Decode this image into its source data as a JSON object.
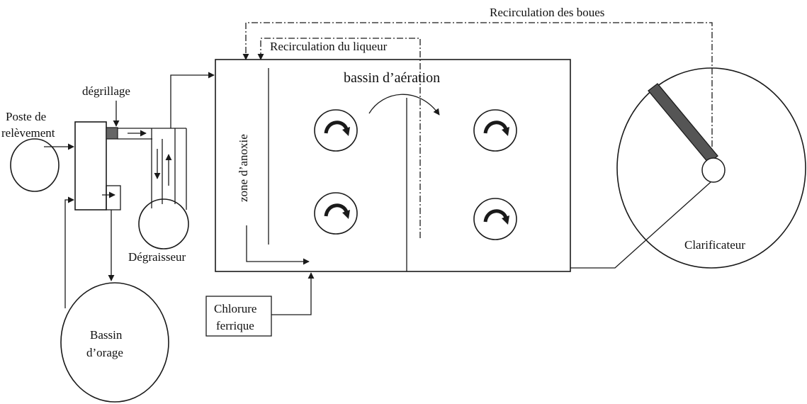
{
  "labels": {
    "recirculation_boues": "Recirculation des boues",
    "recirculation_liqueur": "Recirculation du liqueur",
    "bassin_aeration": "bassin d’aération",
    "degrillage": "dégrillage",
    "poste_line1": "Poste de",
    "poste_line2": "relèvement",
    "zone_anoxie": "zone d’anoxie",
    "degraisseur": "Dégraisseur",
    "clarificateur": "Clarificateur",
    "chlorure_line1": "Chlorure",
    "chlorure_line2": "ferrique",
    "orage_line1": "Bassin",
    "orage_line2": "d’orage"
  },
  "colors": {
    "line": "#1a1a1a",
    "scraper_arm": "#555555",
    "screen_fill": "#666666"
  },
  "icons": {
    "rotation_mixers": [
      "rotation-arrow-icon",
      "rotation-arrow-icon",
      "rotation-arrow-icon",
      "rotation-arrow-icon"
    ]
  }
}
